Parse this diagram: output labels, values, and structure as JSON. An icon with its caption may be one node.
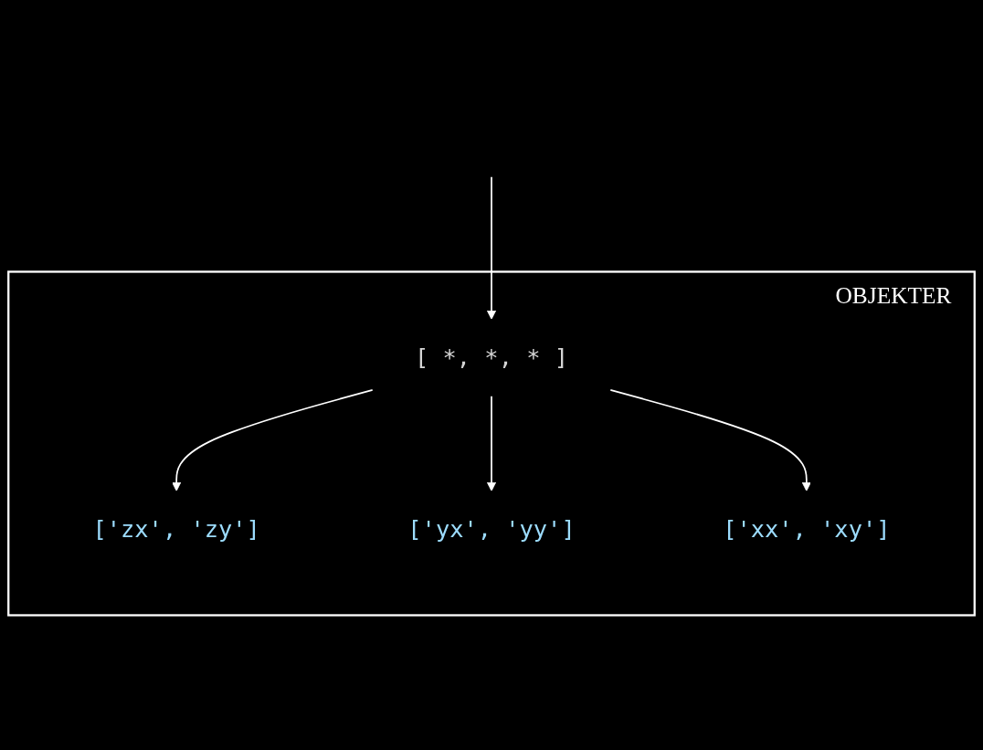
{
  "diagram": {
    "nodes": [
      {
        "text": [
          "OBJEKTER"
        ]
      },
      {
        "text": [
          "[ *, *, * ]"
        ],
        "in": 0
      },
      {
        "text": [
          "['zx', 'zy']"
        ],
        "in": 0
      },
      {
        "text": [
          "['yx', 'yy']"
        ],
        "in": 0
      },
      {
        "text": [
          "['xx', 'xy']"
        ],
        "in": 0
      }
    ],
    "edges": [
      {
        "from": null,
        "to": 1,
        "arrow": "to"
      },
      {
        "from": 1,
        "to": 2,
        "arrow": "to"
      },
      {
        "from": 1,
        "to": 3,
        "arrow": "to"
      },
      {
        "from": 1,
        "to": 4,
        "arrow": "to"
      }
    ]
  }
}
